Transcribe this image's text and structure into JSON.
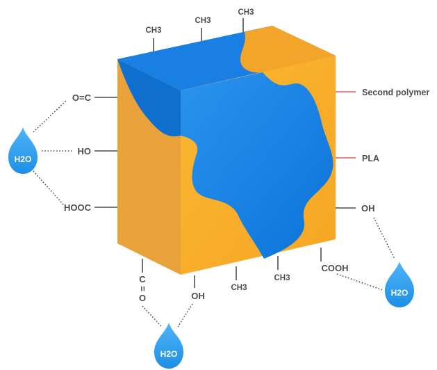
{
  "legend": {
    "second_polymer": "Second polymer",
    "pla": "PLA"
  },
  "groups": {
    "top_ch3_1": "CH3",
    "top_ch3_2": "CH3",
    "top_ch3_3": "CH3",
    "left_oc": "O=C",
    "left_ho": "HO",
    "left_hooc": "HOOC",
    "right_oh": "OH",
    "bottom_co_c": "C",
    "bottom_co_eq": "=",
    "bottom_co_o": "O",
    "bottom_oh": "OH",
    "bottom_ch3_1": "CH3",
    "bottom_ch3_2": "CH3",
    "bottom_cooh": "COOH"
  },
  "water": {
    "left": "H2O",
    "bottom": "H2O",
    "right": "H2O"
  },
  "colors": {
    "pla_orange": "#f7ae2c",
    "pla_orange_dark": "#e9a13a",
    "polymer_blue": "#1a86e8",
    "polymer_blue_dark": "#0f6fcf",
    "water_blue": "#2a9cf0",
    "legend_line": "#e8605a",
    "label_gray": "#4d4d4d"
  }
}
